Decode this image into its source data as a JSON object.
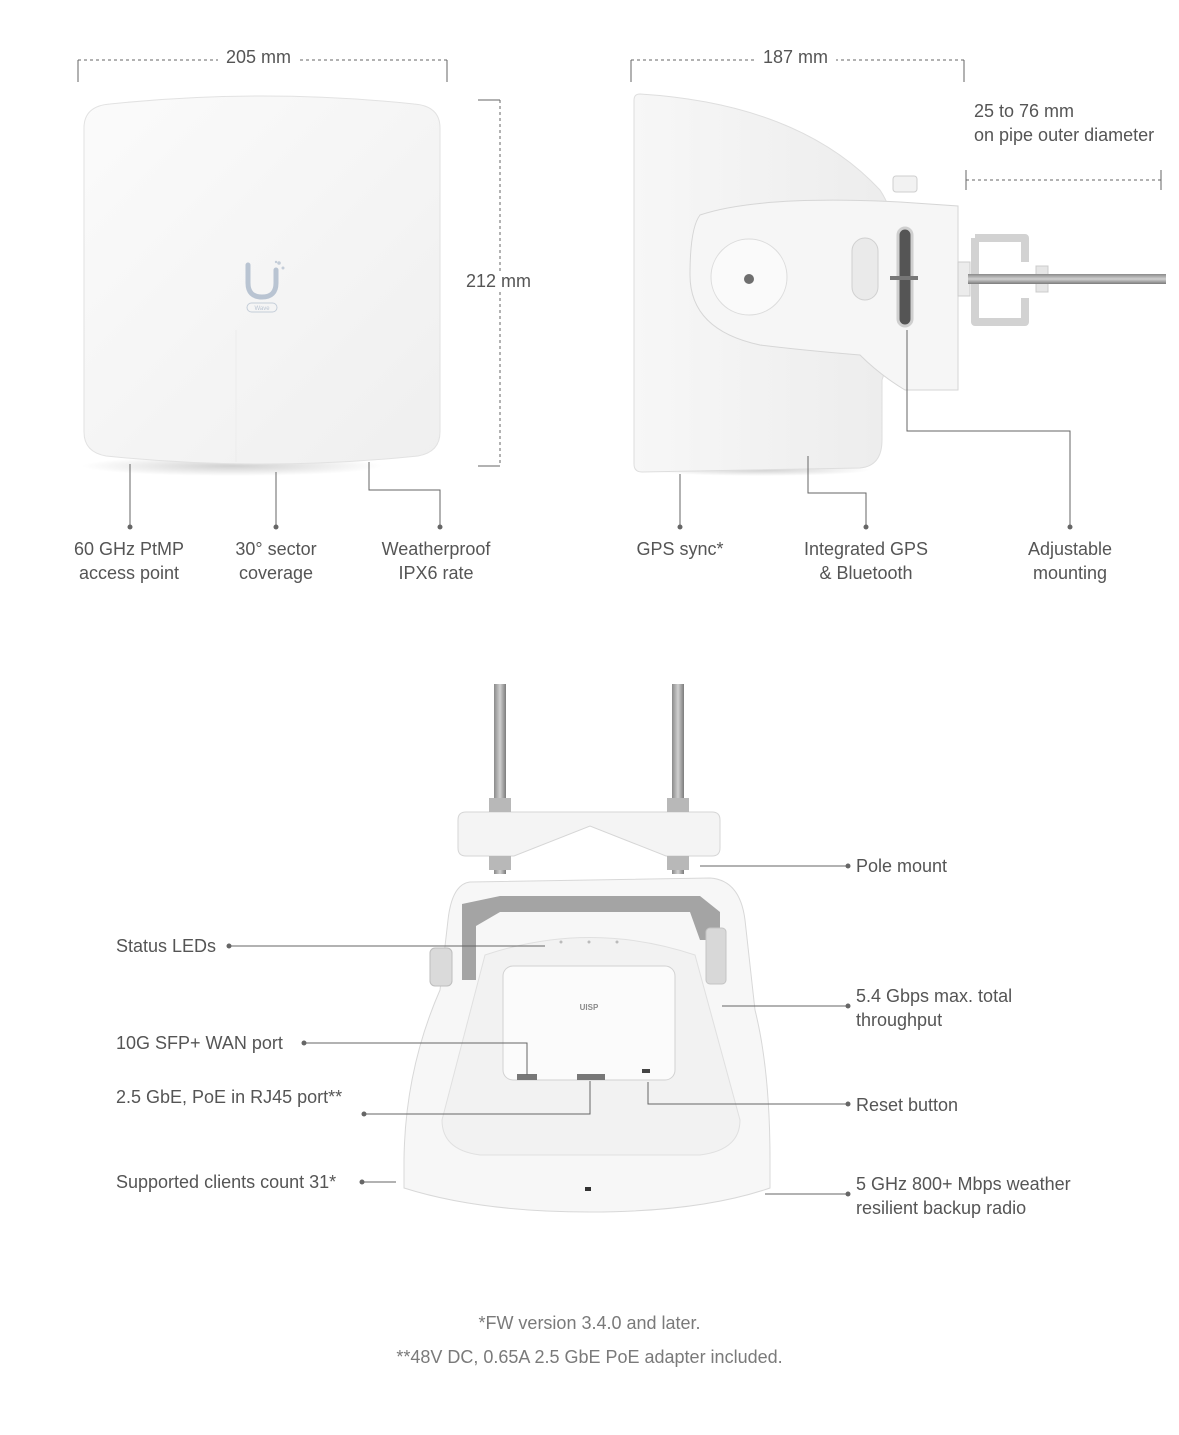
{
  "dimensions": {
    "front_width": "205 mm",
    "front_height": "212 mm",
    "side_depth": "187 mm",
    "pipe_line1": "25 to 76 mm",
    "pipe_line2": "on pipe outer diameter"
  },
  "front_callouts": [
    {
      "line1": "60 GHz PtMP",
      "line2": "access point"
    },
    {
      "line1": "30° sector",
      "line2": "coverage"
    },
    {
      "line1": "Weatherproof",
      "line2": "IPX6 rate"
    }
  ],
  "side_callouts": [
    {
      "line1": "GPS sync*",
      "line2": ""
    },
    {
      "line1": "Integrated GPS",
      "line2": "& Bluetooth"
    },
    {
      "line1": "Adjustable",
      "line2": "mounting"
    }
  ],
  "bottom_left": [
    "Status LEDs",
    "10G SFP+ WAN port",
    "2.5 GbE, PoE in RJ45 port**",
    "Supported clients count 31*"
  ],
  "bottom_right": [
    {
      "line1": "Pole mount",
      "line2": ""
    },
    {
      "line1": "5.4 Gbps max. total",
      "line2": "throughput"
    },
    {
      "line1": "Reset button",
      "line2": ""
    },
    {
      "line1": "5 GHz 800+ Mbps weather",
      "line2": "resilient backup radio"
    }
  ],
  "device": {
    "logo_badge": "Wave",
    "bottom_logo": "UISP"
  },
  "footnotes": [
    "*FW version 3.4.0 and later.",
    "**48V DC, 0.65A 2.5 GbE PoE adapter included."
  ]
}
